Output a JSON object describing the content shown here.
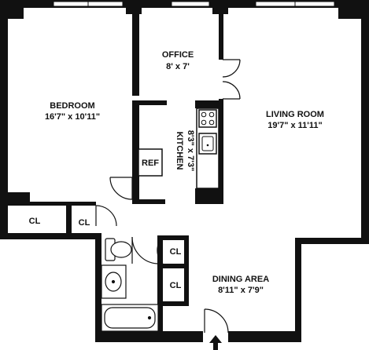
{
  "floor_plan": {
    "rooms": {
      "bedroom": {
        "name": "BEDROOM",
        "size": "16'7\" x 10'11\""
      },
      "office": {
        "name": "OFFICE",
        "size": "8' x 7'"
      },
      "living_room": {
        "name": "LIVING ROOM",
        "size": "19'7\" x 11'11\""
      },
      "kitchen": {
        "name": "KITCHEN",
        "size": "8'3\" x 7'3\""
      },
      "dining_area": {
        "name": "DINING AREA",
        "size": "8'11\" x 7'9\""
      }
    },
    "closets": {
      "bedroom_closet": "CL",
      "hall_closet": "CL",
      "closet_upper": "CL",
      "closet_lower": "CL"
    },
    "appliances": {
      "refrigerator": "REF"
    },
    "colors": {
      "wall": "#111111",
      "window": "#ffffff",
      "background": "#ffffff"
    }
  }
}
